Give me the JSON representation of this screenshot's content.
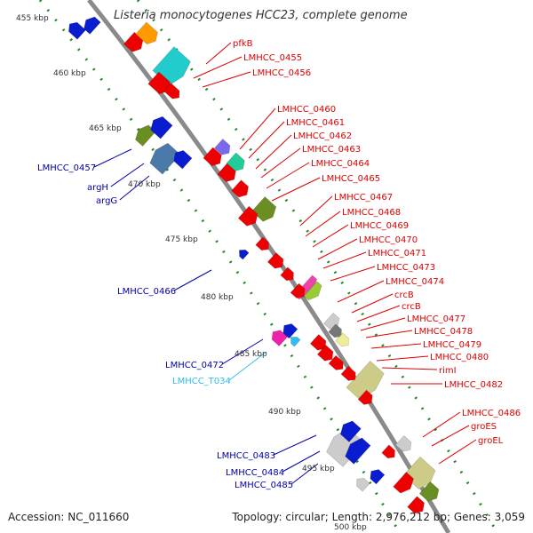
{
  "title": "Listeria monocytogenes HCC23, complete genome",
  "footer": {
    "accession": "Accession: NC_011660",
    "topology": "Topology: circular; Length: 2,976,212 bp; Genes: 3,059"
  },
  "colors": {
    "backbone": "#8a8a8a",
    "forward_label": "#dd0000",
    "reverse_label": "#0000aa",
    "trna_label": "#33bbee",
    "scale_dots": "#2a8a2a"
  },
  "scale_ticks": [
    "455 kbp",
    "460 kbp",
    "465 kbp",
    "470 kbp",
    "475 kbp",
    "480 kbp",
    "485 kbp",
    "490 kbp",
    "495 kbp",
    "500 kbp"
  ],
  "forward_labels": [
    "pfkB",
    "LMHCC_0455",
    "LMHCC_0456",
    "LMHCC_0460",
    "LMHCC_0461",
    "LMHCC_0462",
    "LMHCC_0463",
    "LMHCC_0464",
    "LMHCC_0465",
    "LMHCC_0467",
    "LMHCC_0468",
    "LMHCC_0469",
    "LMHCC_0470",
    "LMHCC_0471",
    "LMHCC_0473",
    "LMHCC_0474",
    "crcB",
    "crcB",
    "LMHCC_0477",
    "LMHCC_0478",
    "LMHCC_0479",
    "LMHCC_0480",
    "rimI",
    "LMHCC_0482",
    "LMHCC_0486",
    "groES",
    "groEL"
  ],
  "reverse_labels": [
    "LMHCC_0457",
    "argH",
    "argG",
    "LMHCC_0466",
    "LMHCC_0472",
    "LMHCC_T034",
    "LMHCC_0483",
    "LMHCC_0484",
    "LMHCC_0485"
  ]
}
